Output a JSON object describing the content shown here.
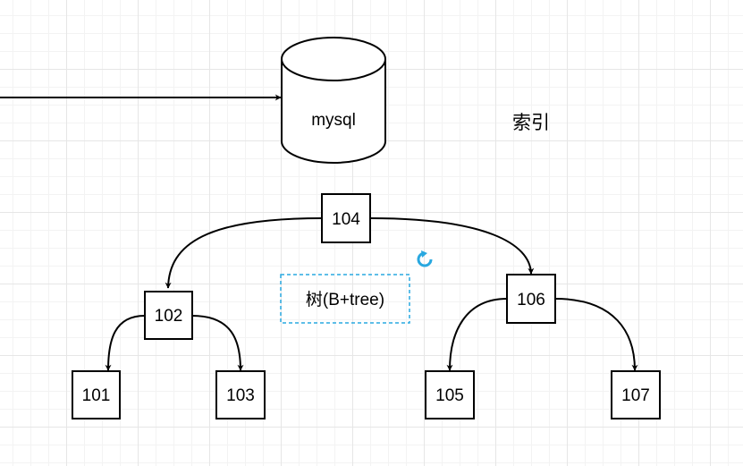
{
  "database": {
    "label": "mysql"
  },
  "index_label": "索引",
  "tree_label": "树(B+tree)",
  "nodes": {
    "n104": "104",
    "n102": "102",
    "n106": "106",
    "n101": "101",
    "n103": "103",
    "n105": "105",
    "n107": "107"
  },
  "colors": {
    "stroke": "#000000",
    "selection": "#29a8e0",
    "grid_major": "#e6e6e6",
    "grid_minor": "#f3f3f3"
  },
  "icons": {
    "refresh": "refresh-icon"
  }
}
